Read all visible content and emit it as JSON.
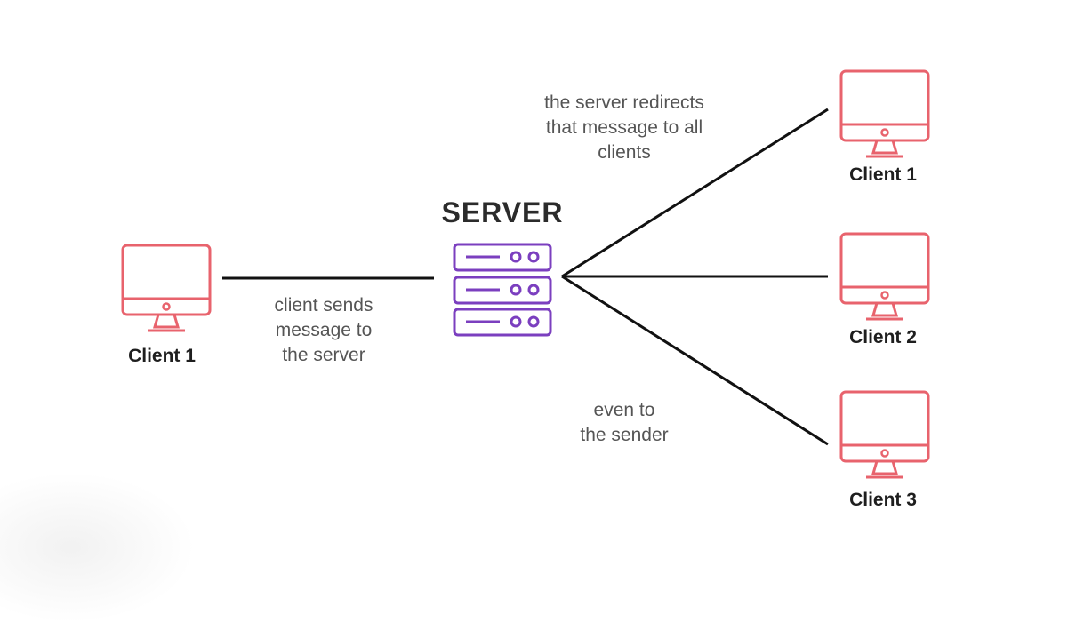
{
  "server": {
    "title": "SERVER",
    "icon": "server-rack-icon"
  },
  "sender": {
    "label": "Client 1",
    "icon": "monitor-icon"
  },
  "clients": [
    {
      "label": "Client 1",
      "icon": "monitor-icon"
    },
    {
      "label": "Client 2",
      "icon": "monitor-icon"
    },
    {
      "label": "Client 3",
      "icon": "monitor-icon"
    }
  ],
  "notes": {
    "send": [
      "client sends",
      "message to",
      "the server"
    ],
    "redirect": [
      "the server redirects",
      "that message to all",
      "clients"
    ],
    "sender": [
      "even to",
      "the sender"
    ]
  },
  "colors": {
    "monitor": "#e8636d",
    "server": "#7b3fbf",
    "line": "#111111",
    "text": "#555555"
  }
}
